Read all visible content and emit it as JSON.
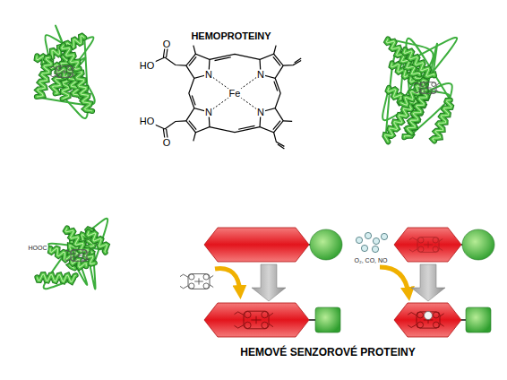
{
  "diagram": {
    "title": "HEMOPROTEINY",
    "caption": "HEMOVÉ SENZOROVÉ PROTEINY",
    "labels": [
      "O",
      "HO",
      "N",
      "N",
      "Fe",
      "N",
      "N",
      "HO",
      "O",
      "HOOC",
      "O₂, CO, NO"
    ]
  }
}
